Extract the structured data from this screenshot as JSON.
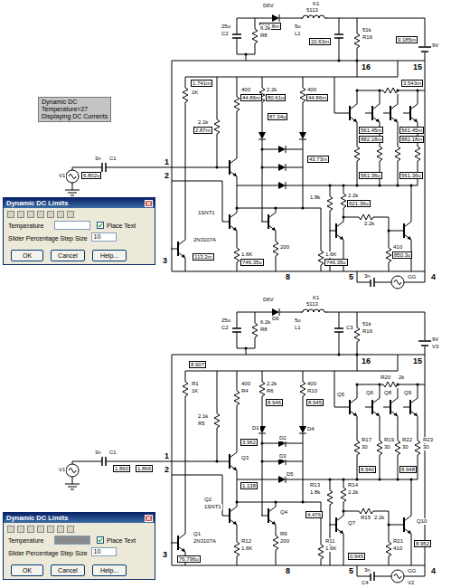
{
  "diagram": {
    "nodes": [
      {
        "text": [
          "Dynamic DC",
          "Temperature=27",
          "Displaying DC Currents"
        ]
      },
      {
        "text": [
          "Dynamic DC Limits",
          "Temperature",
          "Slider Percentage Step Size",
          "Place Text"
        ]
      },
      {
        "text": [
          "10"
        ],
        "in": 1
      },
      {
        "text": [
          "OK"
        ],
        "in": 1
      },
      {
        "text": [
          "Cancel"
        ],
        "in": 1
      },
      {
        "text": [
          "Help..."
        ],
        "in": 1
      },
      {
        "text": [
          "Dynamic DC Limits",
          "Temperature",
          "Slider Percentage Step Size",
          "Place Text"
        ]
      },
      {
        "text": [
          "10"
        ],
        "in": 6
      },
      {
        "text": [
          "OK"
        ],
        "in": 6
      },
      {
        "text": [
          "Cancel"
        ],
        "in": 6
      },
      {
        "text": [
          "Help..."
        ],
        "in": 6
      }
    ],
    "labels": [
      "D6V",
      "223.8m",
      "K1",
      "5113",
      "25u",
      "C2",
      "6.2k",
      "R8",
      "5u",
      "L1",
      "22.63m",
      "51k",
      "R16",
      "9V",
      "9.185m",
      "16",
      "15",
      "3.543m",
      "1.741m",
      "1K",
      "400",
      "44.86m",
      "2.2k",
      "80.61u",
      "400",
      "44.86m",
      "2.1k",
      "2.87m",
      "87.34u",
      "43.73m",
      "561.45m",
      "882.18m",
      "561.45m",
      "882.18m",
      "561.36u",
      "561.36u",
      "1",
      "2",
      "3",
      "8",
      "5",
      "4",
      "3n",
      "C1",
      "V1",
      "6.802u",
      "2N3107A",
      "113.2m",
      "1SNT1",
      "200",
      "1.6K",
      "746.35u",
      "1.6K",
      "746.35u",
      "1.8k",
      "2.2k",
      "2.2k",
      "621.36u",
      "410",
      "850.3u",
      "GG",
      "3n",
      "D6V",
      "D6",
      "K1",
      "5113",
      "25u",
      "C2",
      "6.2k",
      "R8",
      "5u",
      "L1",
      "C3",
      "51k",
      "R16",
      "9V",
      "V3",
      "16",
      "15",
      "R20",
      "2k",
      "R1",
      "1K",
      "8.907",
      "400",
      "R4",
      "2.2k",
      "R6",
      "400",
      "R10",
      "2.1k",
      "R5",
      "8.946",
      "8.945",
      "Q3",
      "3.962",
      "1.138",
      "D1",
      "D2",
      "D3",
      "D4",
      "D5",
      "Q4",
      "R9",
      "200",
      "R12",
      "1.6K",
      "R11",
      "1.6K",
      "Q1",
      "2N3107A",
      "Q2",
      "1SNT1",
      "76.796u",
      "Q5",
      "Q6",
      "Q8",
      "Q9",
      "R17",
      "30",
      "R19",
      "30",
      "R22",
      "30",
      "R23",
      "30",
      "8.940",
      "8.948",
      "R13",
      "1.8k",
      "R14",
      "2.2k",
      "4.476",
      "Q7",
      "R15",
      "2.2k",
      "0.945",
      "Q10",
      "R21",
      "410",
      "8.952",
      "1",
      "2",
      "3",
      "8",
      "5",
      "4",
      "3n",
      "C1",
      "V1",
      "1.860",
      "1.866",
      "3n",
      "C4",
      "GG",
      "V2"
    ]
  }
}
